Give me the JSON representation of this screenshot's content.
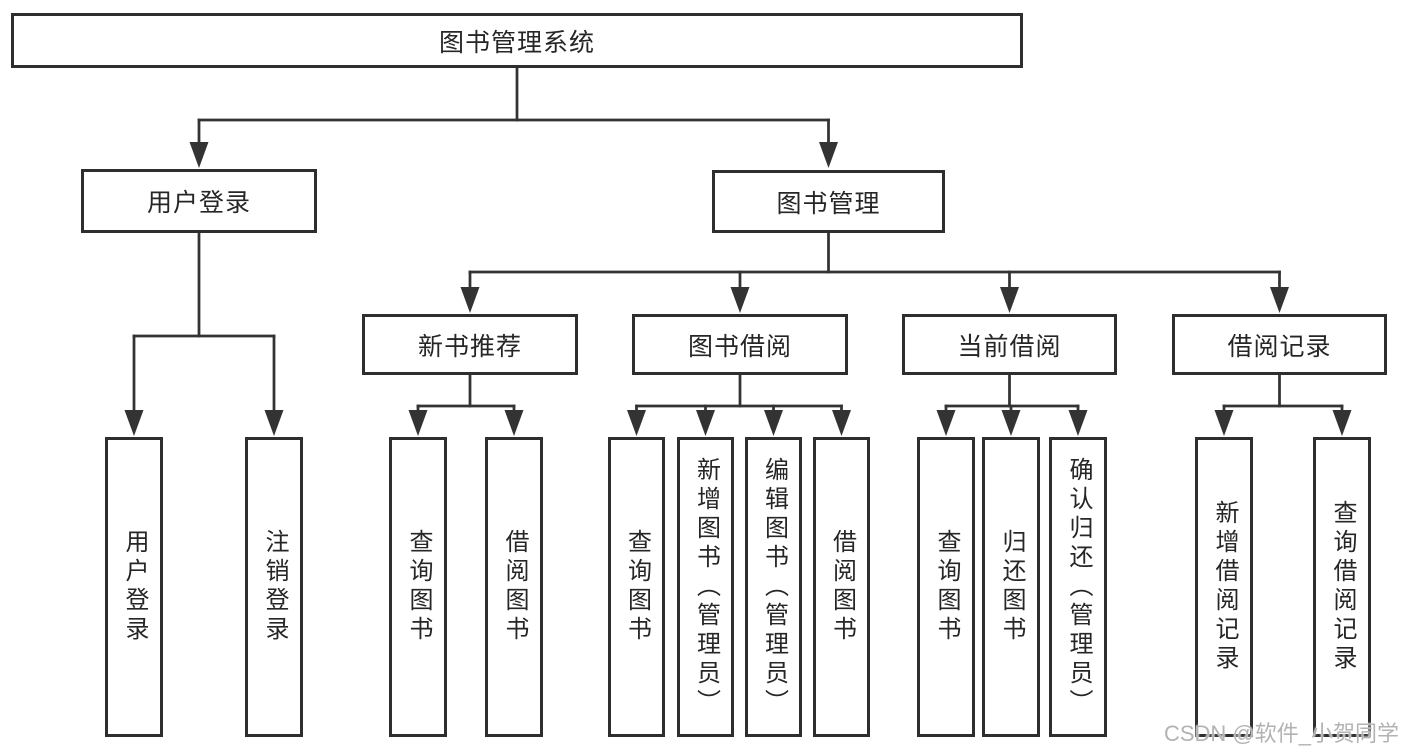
{
  "tree": {
    "root": "图书管理系统",
    "user_login": {
      "label": "用户登录",
      "children": [
        "用户登录",
        "注销登录"
      ]
    },
    "book_management": {
      "label": "图书管理",
      "modules": [
        {
          "label": "新书推荐",
          "children": [
            "查询图书",
            "借阅图书"
          ]
        },
        {
          "label": "图书借阅",
          "children": [
            "查询图书",
            "新增图书（管理员）",
            "编辑图书（管理员）",
            "借阅图书"
          ]
        },
        {
          "label": "当前借阅",
          "children": [
            "查询图书",
            "归还图书",
            "确认归还（管理员）"
          ]
        },
        {
          "label": "借阅记录",
          "children": [
            "新增借阅记录",
            "查询借阅记录"
          ]
        }
      ]
    }
  },
  "watermark": "CSDN @软件_小贺同学",
  "colors": {
    "line": "#333333",
    "border": "#2e2e2e",
    "text": "#262626",
    "watermark": "#b3b3b3",
    "background": "#ffffff"
  }
}
